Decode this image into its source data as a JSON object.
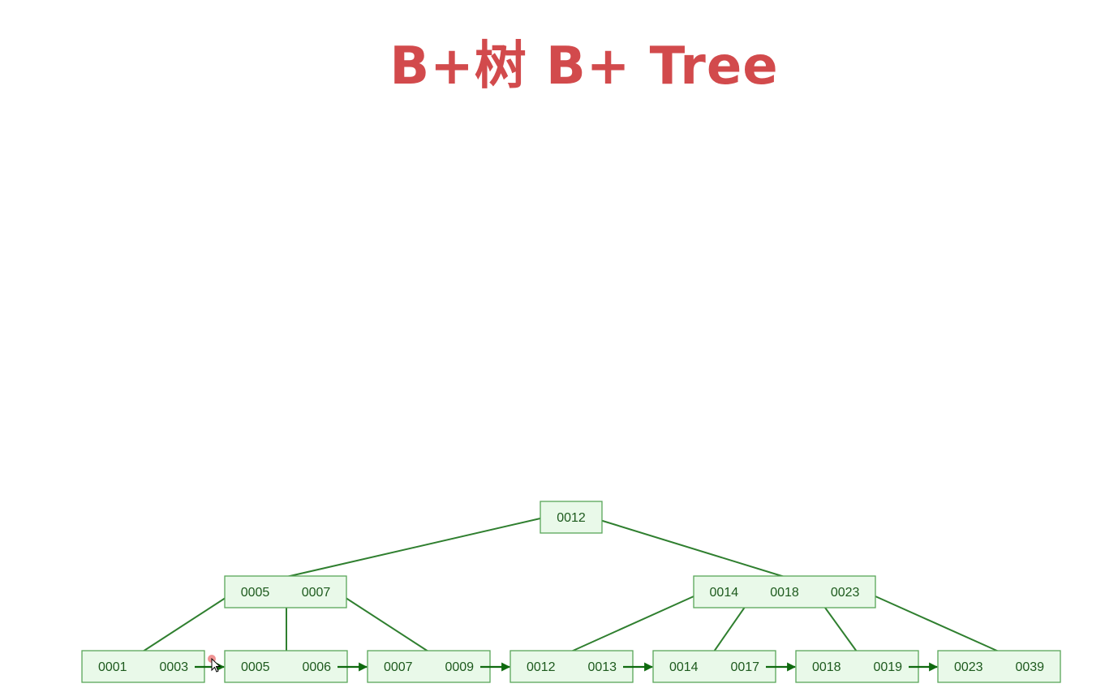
{
  "title": "B+树 B+ Tree",
  "colors": {
    "title": "#d24a4c",
    "node_fill": "#e9f9e9",
    "node_border": "#59a659",
    "edge": "#2f7f2f",
    "key_text": "#1d5a1d",
    "arrow": "#0f6a0f",
    "cursor_dot": "#e23b3b"
  },
  "tree": {
    "root": {
      "keys": [
        "0012"
      ]
    },
    "internal": [
      {
        "keys": [
          "0005",
          "0007"
        ]
      },
      {
        "keys": [
          "0014",
          "0018",
          "0023"
        ]
      }
    ],
    "leaves": [
      {
        "keys": [
          "0001",
          "0003"
        ]
      },
      {
        "keys": [
          "0005",
          "0006"
        ]
      },
      {
        "keys": [
          "0007",
          "0009"
        ]
      },
      {
        "keys": [
          "0012",
          "0013"
        ]
      },
      {
        "keys": [
          "0014",
          "0017"
        ]
      },
      {
        "keys": [
          "0018",
          "0019"
        ]
      },
      {
        "keys": [
          "0023",
          "0039"
        ]
      }
    ]
  }
}
